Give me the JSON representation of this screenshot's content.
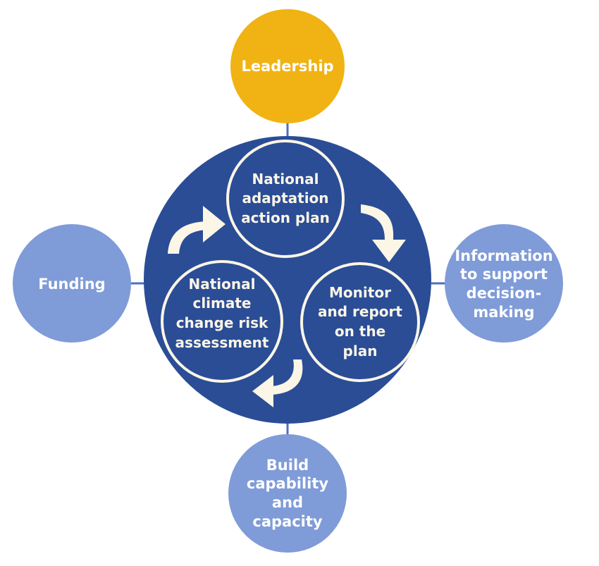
{
  "colors": {
    "leadership": "#f0b313",
    "satellite": "#7f9bd8",
    "hub": "#2a4d96",
    "cream": "#fcf6e6",
    "connector": "#4b6fc4"
  },
  "outer_nodes": {
    "leadership": "Leadership",
    "information": "Information\nto support\ndecision-\nmaking",
    "capability": "Build\ncapability\nand\ncapacity",
    "funding": "Funding"
  },
  "cycle": {
    "action_plan": "National\nadaptation\naction plan",
    "monitor": "Monitor\nand report\non the\nplan",
    "risk_assessment": "National\nclimate\nchange risk\nassessment"
  }
}
